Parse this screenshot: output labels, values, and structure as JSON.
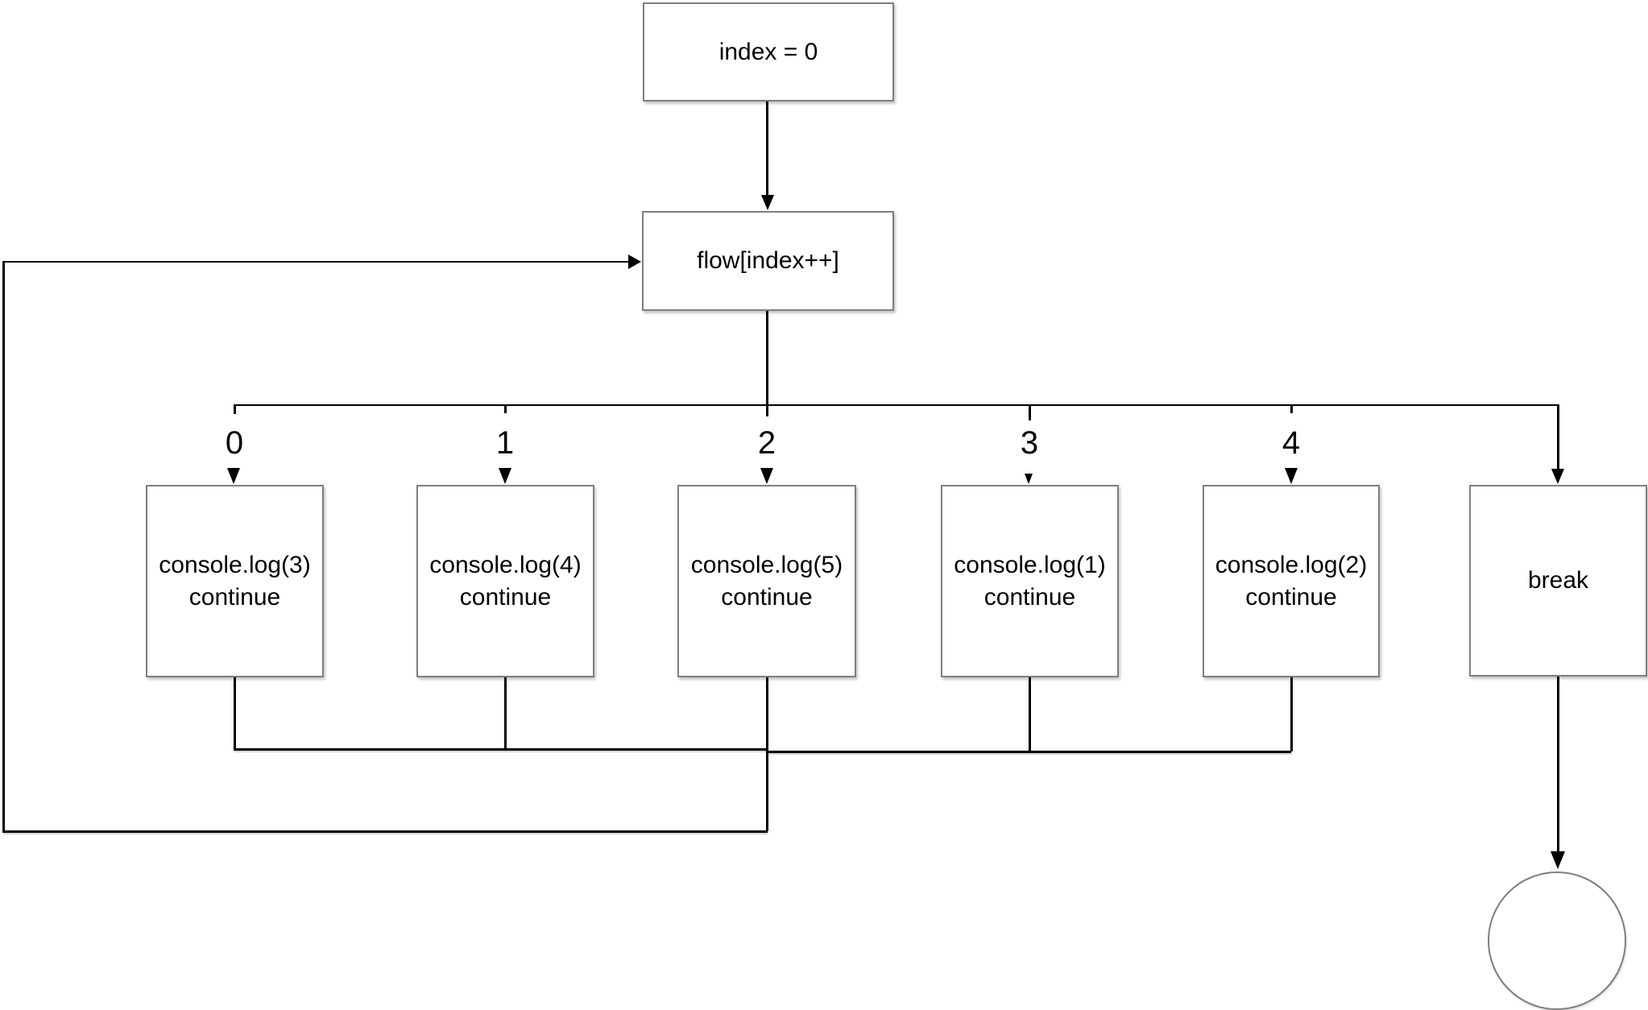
{
  "diagram": {
    "type": "flowchart",
    "nodes": {
      "init": {
        "label": "index = 0"
      },
      "dispatch": {
        "label": "flow[index++]"
      },
      "cases": [
        {
          "branch_label": "0",
          "line1": "console.log(3)",
          "line2": "continue"
        },
        {
          "branch_label": "1",
          "line1": "console.log(4)",
          "line2": "continue"
        },
        {
          "branch_label": "2",
          "line1": "console.log(5)",
          "line2": "continue"
        },
        {
          "branch_label": "3",
          "line1": "console.log(1)",
          "line2": "continue"
        },
        {
          "branch_label": "4",
          "line1": "console.log(2)",
          "line2": "continue"
        }
      ],
      "break_node": {
        "label": "break"
      },
      "end_node": {
        "label": ""
      }
    },
    "colors": {
      "background": "#ffffff",
      "box_border": "#7f7f7f",
      "line": "#000000",
      "text": "#000000"
    }
  }
}
